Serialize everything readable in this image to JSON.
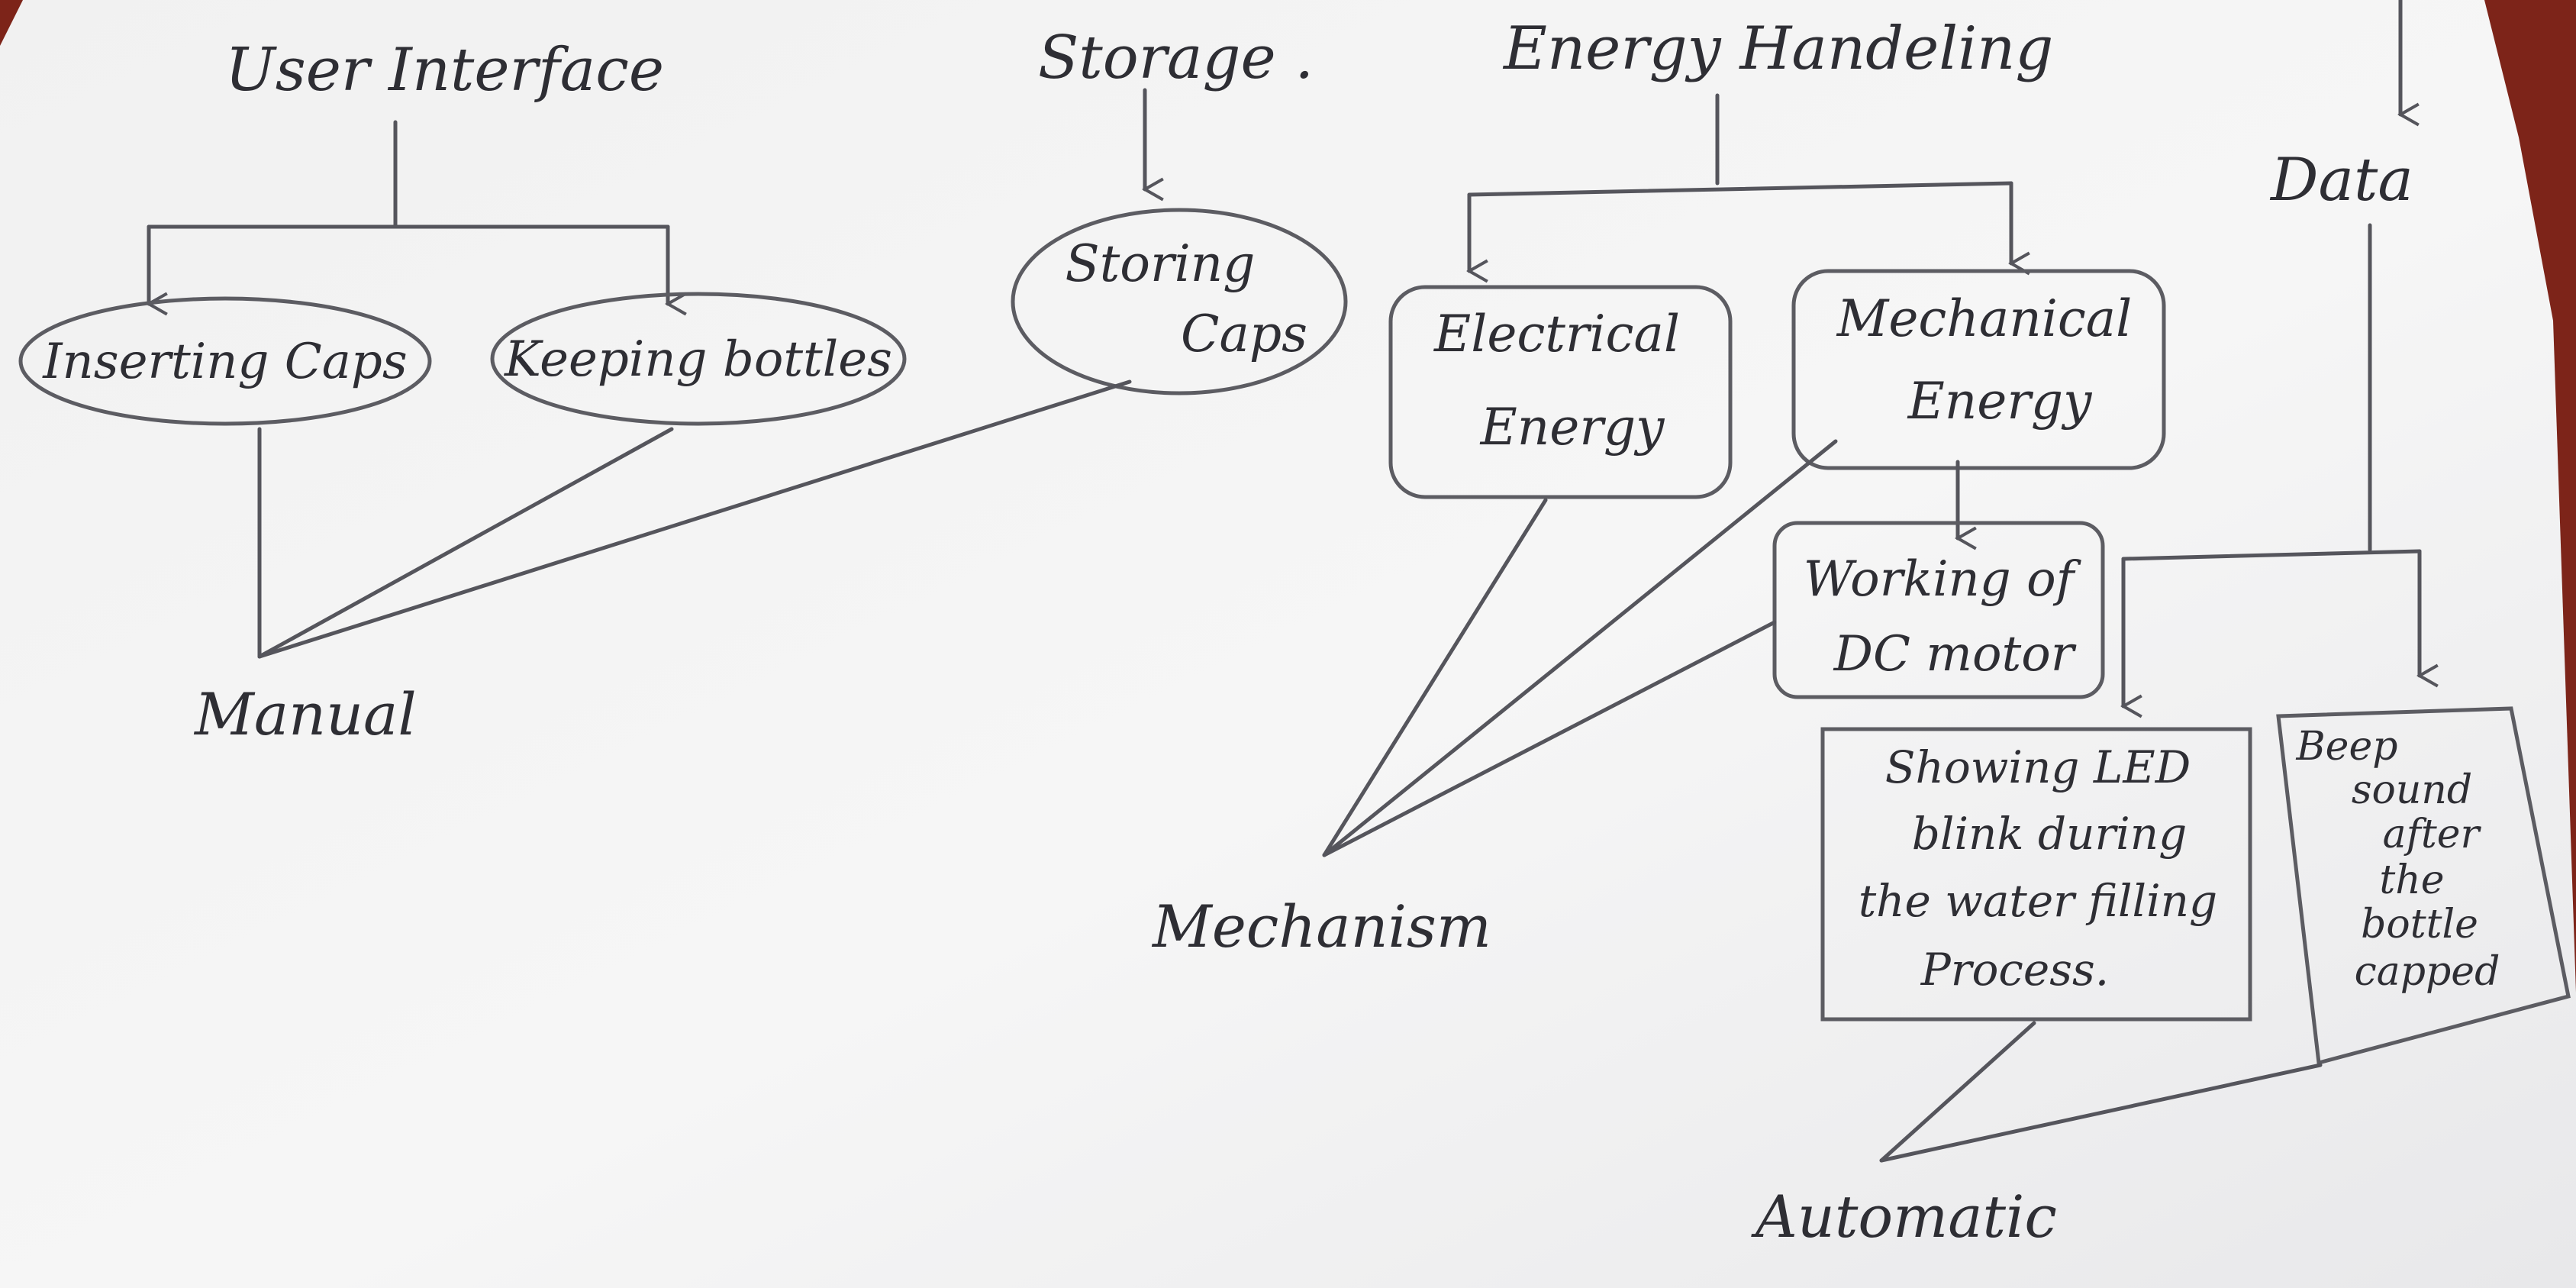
{
  "diagram": {
    "categories": {
      "user_interface": "User Interface",
      "storage": "Storage .",
      "energy": "Energy Handeling",
      "data": "Data"
    },
    "nodes": {
      "inserting_caps": "Inserting Caps",
      "keeping_bottles": "Keeping bottles",
      "storing_caps": [
        "Storing",
        "Caps"
      ],
      "electrical_energy": [
        "Electrical",
        "Energy"
      ],
      "mechanical_energy": [
        "Mechanical",
        "Energy"
      ],
      "dc_motor": [
        "Working of",
        "DC motor"
      ],
      "led_blink": [
        "Showing LED",
        "blink during",
        "the water filling",
        "Process."
      ],
      "beep_sound": [
        "Beep",
        "sound",
        "after",
        "the",
        "bottle",
        "capped"
      ]
    },
    "outcomes": {
      "manual": "Manual",
      "mechanism": "Mechanism",
      "automatic": "Automatic"
    }
  }
}
